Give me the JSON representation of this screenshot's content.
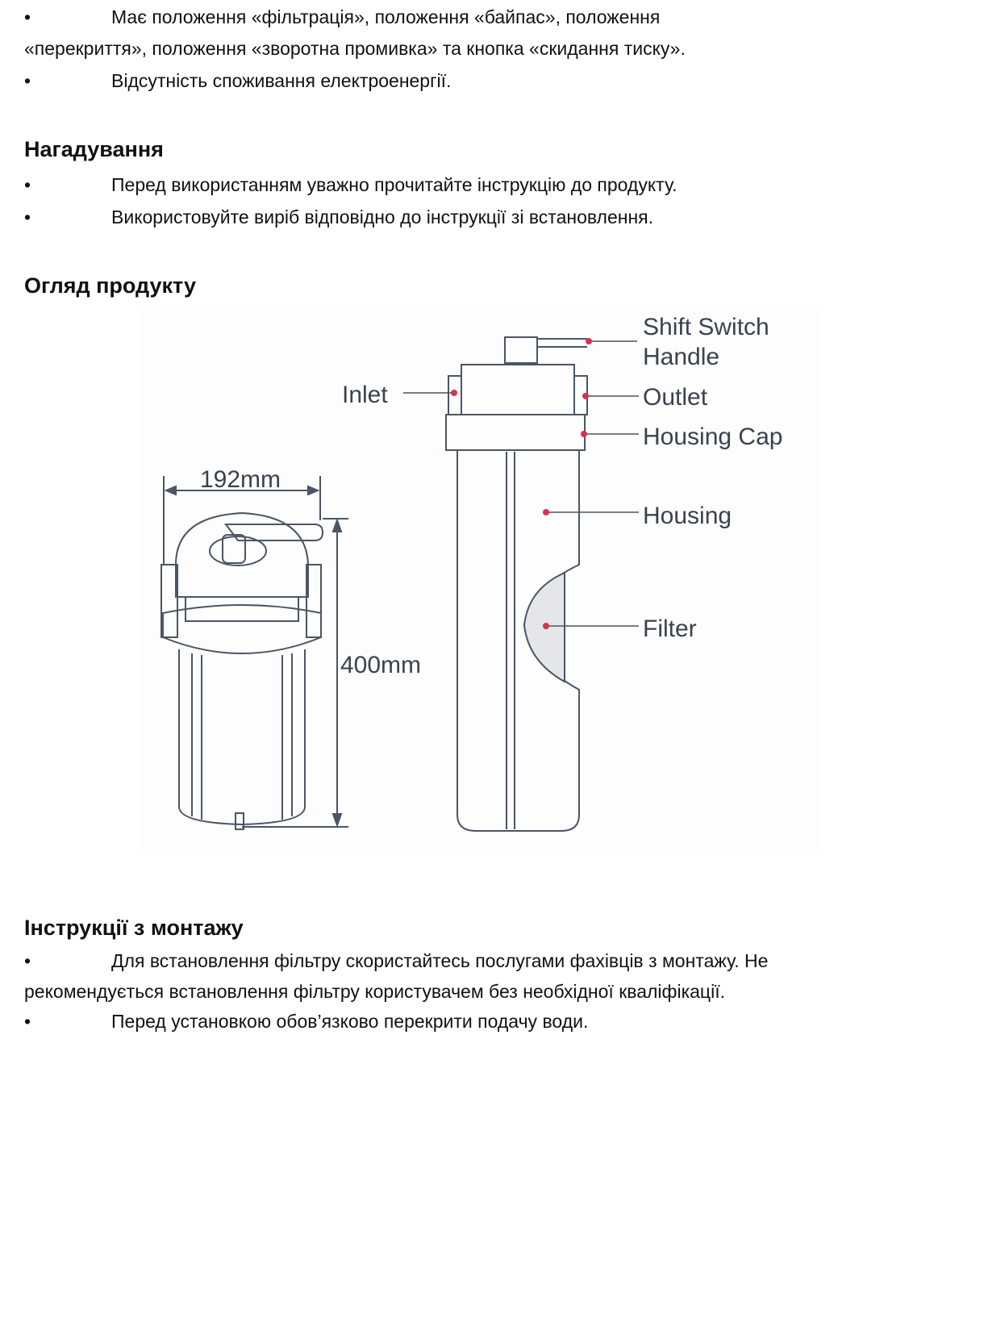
{
  "features": {
    "bullet1_line1": "Має положення «фільтрація», положення «байпас», положення",
    "bullet1_line2": "«перекриття», положення «зворотна промивка» та кнопка «скидання тиску».",
    "bullet2": "Відсутність споживання електроенергії."
  },
  "reminder": {
    "title": "Нагадування",
    "items": [
      "Перед використанням уважно прочитайте інструкцію до продукту.",
      "Використовуйте виріб відповідно до інструкції зі встановлення."
    ]
  },
  "overview": {
    "title": "Огляд продукту",
    "diagram": {
      "width_label": "192mm",
      "height_label": "400mm",
      "labels": {
        "shift_switch": "Shift Switch",
        "handle": "Handle",
        "inlet": "Inlet",
        "outlet": "Outlet",
        "housing_cap": "Housing Cap",
        "housing": "Housing",
        "filter": "Filter"
      },
      "marker_color": "#d8324a",
      "line_color": "#4a5566"
    }
  },
  "installation": {
    "title": "Інструкції з монтажу",
    "item1_line1": "Для встановлення фільтру скористайтесь послугами фахівців з монтажу. Не",
    "item1_line2": "рекомендується встановлення фільтру користувачем без необхідної кваліфікації.",
    "item2": "Перед установкою обов’язково перекрити подачу води."
  },
  "bullet": "•"
}
